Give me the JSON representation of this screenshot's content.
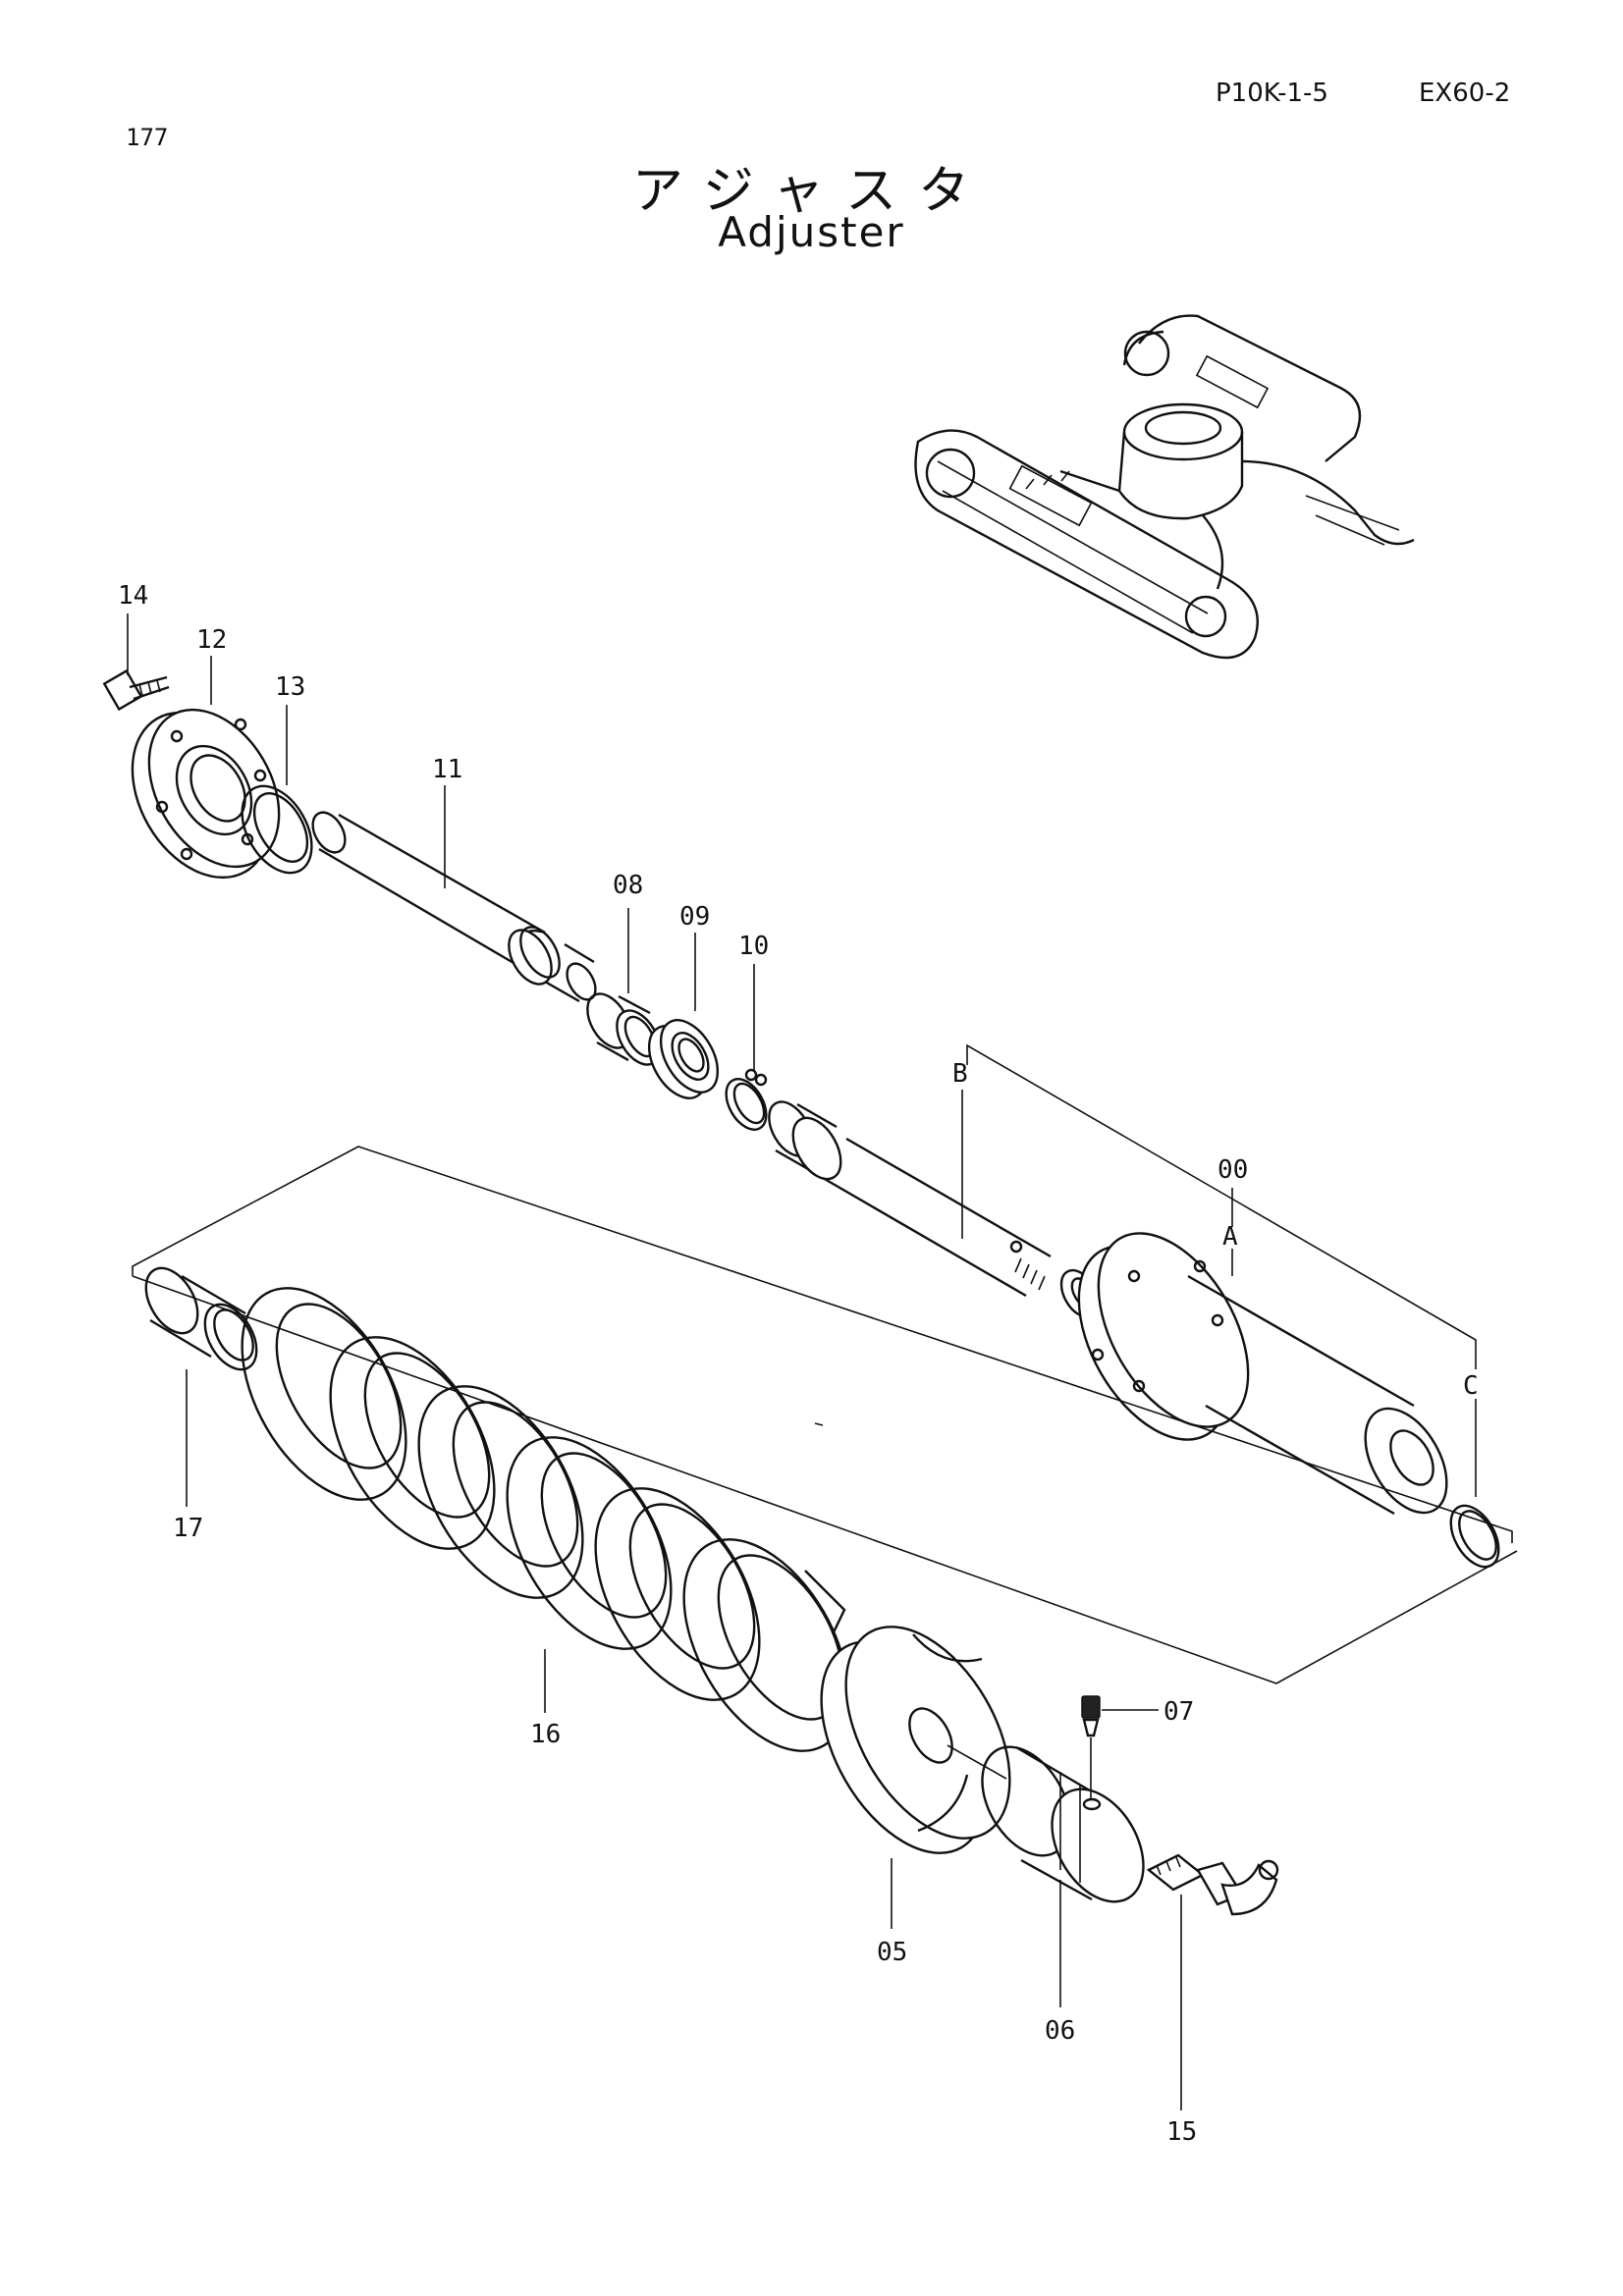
{
  "header": {
    "page_number": "177",
    "document_code": "P10K-1-5",
    "model": "EX60-2",
    "title_japanese": "アジャスタ",
    "title_english": "Adjuster"
  },
  "callouts": [
    {
      "id": "14"
    },
    {
      "id": "12"
    },
    {
      "id": "13"
    },
    {
      "id": "11"
    },
    {
      "id": "08"
    },
    {
      "id": "09"
    },
    {
      "id": "10"
    },
    {
      "id": "B"
    },
    {
      "id": "00"
    },
    {
      "id": "A"
    },
    {
      "id": "C"
    },
    {
      "id": "17"
    },
    {
      "id": "16"
    },
    {
      "id": "07"
    },
    {
      "id": "05"
    },
    {
      "id": "06"
    },
    {
      "id": "15"
    }
  ]
}
